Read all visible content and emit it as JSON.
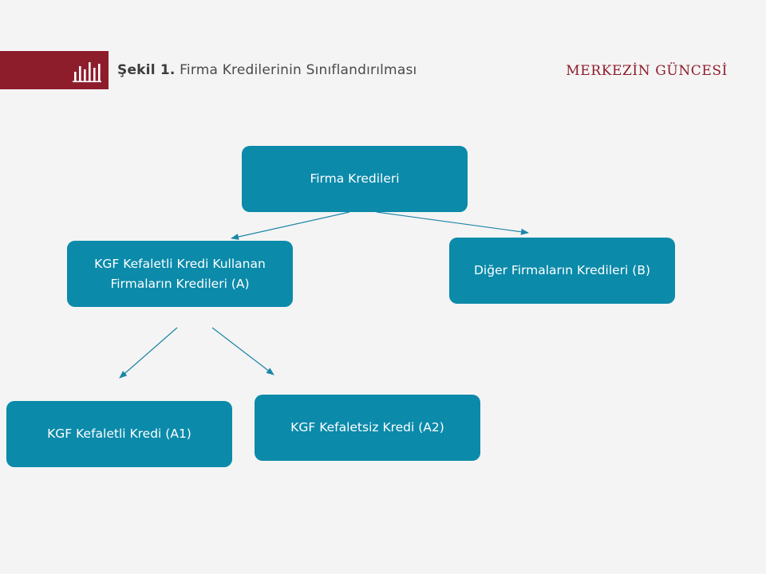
{
  "header": {
    "figure_number": "Şekil 1.",
    "figure_title": "Firma Kredilerinin Sınıflandırılması",
    "brand": "MERKEZİN GÜNCESİ"
  },
  "colors": {
    "accent": "#8e1d2c",
    "node_fill": "#0b8aaa",
    "arrow": "#1c86a8",
    "background": "#f4f4f4"
  },
  "diagram": {
    "nodes": {
      "root": "Firma Kredileri",
      "a": "KGF Kefaletli Kredi Kullanan\nFirmaların Kredileri (A)",
      "b": "Diğer Firmaların Kredileri (B)",
      "a1": "KGF Kefaletli Kredi (A1)",
      "a2": "KGF Kefaletsiz Kredi (A2)"
    },
    "edges": [
      {
        "from": "root",
        "to": "a"
      },
      {
        "from": "root",
        "to": "b"
      },
      {
        "from": "a",
        "to": "a1"
      },
      {
        "from": "a",
        "to": "a2"
      }
    ]
  }
}
